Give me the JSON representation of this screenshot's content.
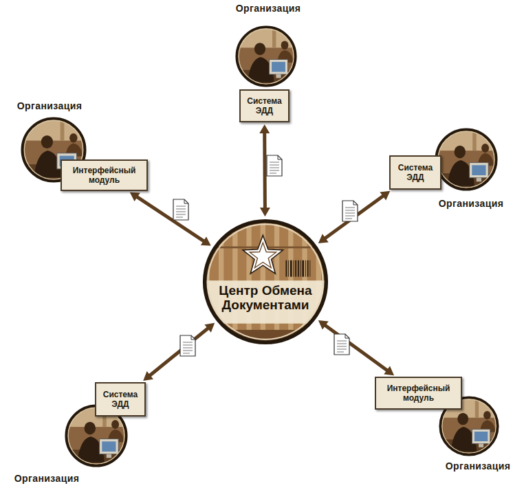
{
  "diagram": {
    "nodes": [
      {
        "text": [
          "Организация"
        ]
      },
      {
        "text": [
          "Система ЭДД"
        ],
        "in": 0
      },
      {
        "text": [
          "Организация"
        ]
      },
      {
        "text": [
          "Интерфейсный модуль"
        ],
        "in": 2
      },
      {
        "text": [
          "Организация"
        ]
      },
      {
        "text": [
          "Система ЭДД"
        ],
        "in": 4
      },
      {
        "text": [
          "Центр Обмена Документами"
        ]
      },
      {
        "text": [
          "Организация"
        ]
      },
      {
        "text": [
          "Система ЭДД"
        ],
        "in": 7
      },
      {
        "text": [
          "Организация"
        ]
      },
      {
        "text": [
          "Интерфейсный модуль"
        ],
        "in": 9
      }
    ],
    "edges": [
      {
        "from": 1,
        "to": 6,
        "arrow": "both"
      },
      {
        "from": 3,
        "to": 6,
        "arrow": "both"
      },
      {
        "from": 5,
        "to": 6,
        "arrow": "both"
      },
      {
        "from": 8,
        "to": 6,
        "arrow": "both"
      },
      {
        "from": 10,
        "to": 6,
        "arrow": "both"
      }
    ]
  }
}
